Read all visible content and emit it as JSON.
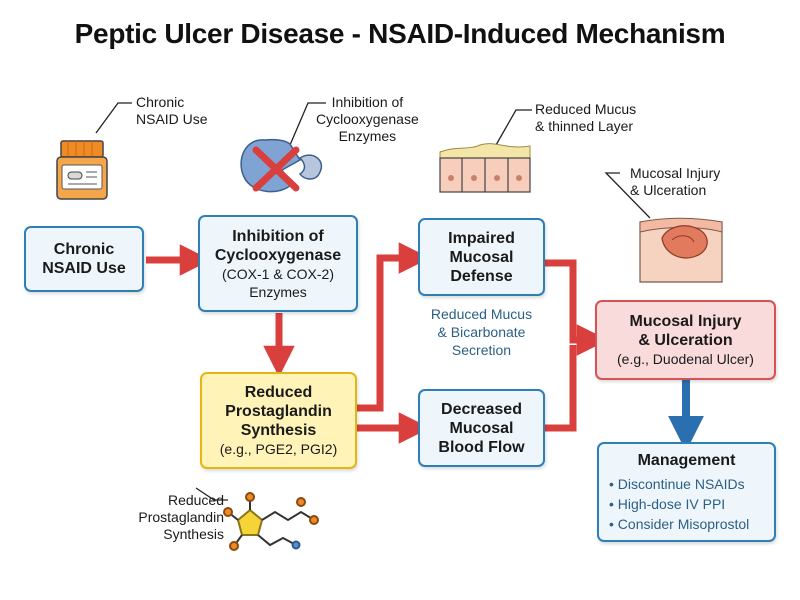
{
  "title": "Peptic Ulcer Disease - NSAID-Induced Mechanism",
  "boxes": {
    "nsaid_use": {
      "line1": "Chronic",
      "line2": "NSAID Use"
    },
    "cox_inhibition": {
      "line1": "Inhibition of",
      "line2": "Cyclooxygenase",
      "line3": "(COX-1 & COX-2)",
      "line4": "Enzymes"
    },
    "prostaglandin": {
      "line1": "Reduced",
      "line2": "Prostaglandin",
      "line3": "Synthesis",
      "line4": "(e.g., PGE2, PGI2)"
    },
    "impaired_defense": {
      "line1": "Impaired",
      "line2": "Mucosal",
      "line3": "Defense"
    },
    "blood_flow": {
      "line1": "Decreased",
      "line2": "Mucosal",
      "line3": "Blood Flow"
    },
    "injury": {
      "line1": "Mucosal Injury",
      "line2": "& Ulceration",
      "line3": "(e.g., Duodenal Ulcer)"
    }
  },
  "defense_note": {
    "line1": "Reduced Mucus",
    "line2": "& Bicarbonate",
    "line3": "Secretion"
  },
  "management": {
    "title": "Management",
    "items": [
      "Discontinue NSAIDs",
      "High-dose IV PPI",
      "Consider Misoprostol"
    ]
  },
  "annotations": {
    "pill": {
      "line1": "Chronic",
      "line2": "NSAID Use"
    },
    "enzyme": {
      "line1": "Inhibition of",
      "line2": "Cyclooxygenase",
      "line3": "Enzymes"
    },
    "mucus": {
      "line1": "Reduced Mucus",
      "line2": "& thinned Layer"
    },
    "ulcer": {
      "line1": "Mucosal Injury",
      "line2": "& Ulceration"
    },
    "molecule": {
      "line1": "Reduced",
      "line2": "Prostaglandin",
      "line3": "Synthesis"
    }
  },
  "colors": {
    "red_arrow": "#d9403d",
    "blue_arrow": "#2a6fb0",
    "blue_border": "#2d7fb5",
    "yellow_border": "#e2b713",
    "pink_border": "#d35454"
  },
  "icons": [
    "pill-bottle-icon",
    "enzyme-inhibited-icon",
    "mucosa-layer-icon",
    "ulcer-tissue-icon",
    "prostaglandin-molecule-icon"
  ]
}
